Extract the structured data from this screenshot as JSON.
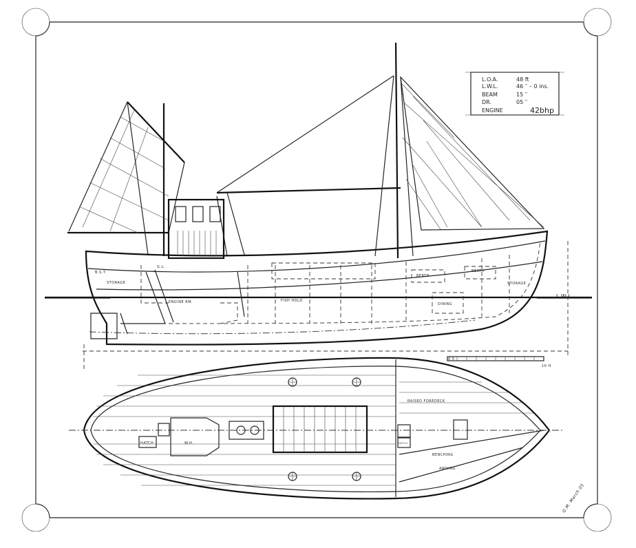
{
  "specifications": {
    "rows": [
      {
        "label": "L.O.A.",
        "value": "48 ft"
      },
      {
        "label": "L.W.L.",
        "value": "46 ′′ – 0 ins."
      },
      {
        "label": "BEAM",
        "value": "15 ′′"
      },
      {
        "label": "DR.",
        "value": "05 ′′"
      },
      {
        "label": "ENGINE",
        "value": "42bhp"
      }
    ]
  },
  "profile_labels": {
    "waterline": "L W L",
    "stern_storage": "STORAGE",
    "stern": "B.S.T.",
    "engine_room": "ENGINE RM.",
    "fish_hold": "FISH HOLD",
    "berth_1": "BERTH",
    "berth_2": "BERTH",
    "bow_storage": "STORAGE",
    "dining": "DINING",
    "deck_gl": "G.L."
  },
  "plan_labels": {
    "hatch": "HATCH",
    "wheelhouse": "W.H.",
    "raised_foredeck": "RAISED FOREDECK",
    "hatch_fwd": "HATCH",
    "seating": "BENCHING",
    "awning": "AWNING"
  },
  "scale_bar": {
    "label": "10 ft",
    "start_label": "0 5"
  },
  "signature": "G.M. March 05",
  "colors": {
    "ink": "#222222",
    "paper": "#ffffff"
  }
}
